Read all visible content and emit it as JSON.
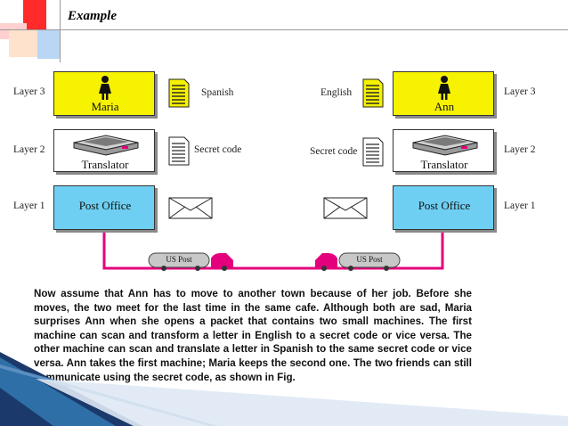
{
  "slide": {
    "title": "Example",
    "paragraph": "Now assume that Ann has to move to another town because of her job. Before she moves, the two meet for the last time in the same cafe. Although both are sad, Maria surprises Ann when she opens a packet that contains two small machines. The first machine can scan and transform a letter in English to a secret code or vice versa. The other machine can scan and translate a letter in Spanish to the same secret code or vice versa. Ann takes the first machine; Maria keeps the second one. The two friends can still communicate using the secret code, as shown in Fig."
  },
  "diagram": {
    "left": {
      "layer3": "Layer 3",
      "layer2": "Layer 2",
      "layer1": "Layer 1",
      "person": "Maria",
      "translator": "Translator",
      "office": "Post Office",
      "language": "Spanish",
      "code": "Secret code"
    },
    "right": {
      "layer3": "Layer 3",
      "layer2": "Layer 2",
      "layer1": "Layer 1",
      "person": "Ann",
      "translator": "Translator",
      "office": "Post Office",
      "language": "English",
      "code": "Secret code"
    },
    "truck_label": "US Post",
    "colors": {
      "layer3": "#f6f200",
      "layer1": "#6fcff2",
      "link": "#e4007c",
      "truck_body": "#c8c8c8",
      "truck_cab": "#e4007c"
    }
  }
}
